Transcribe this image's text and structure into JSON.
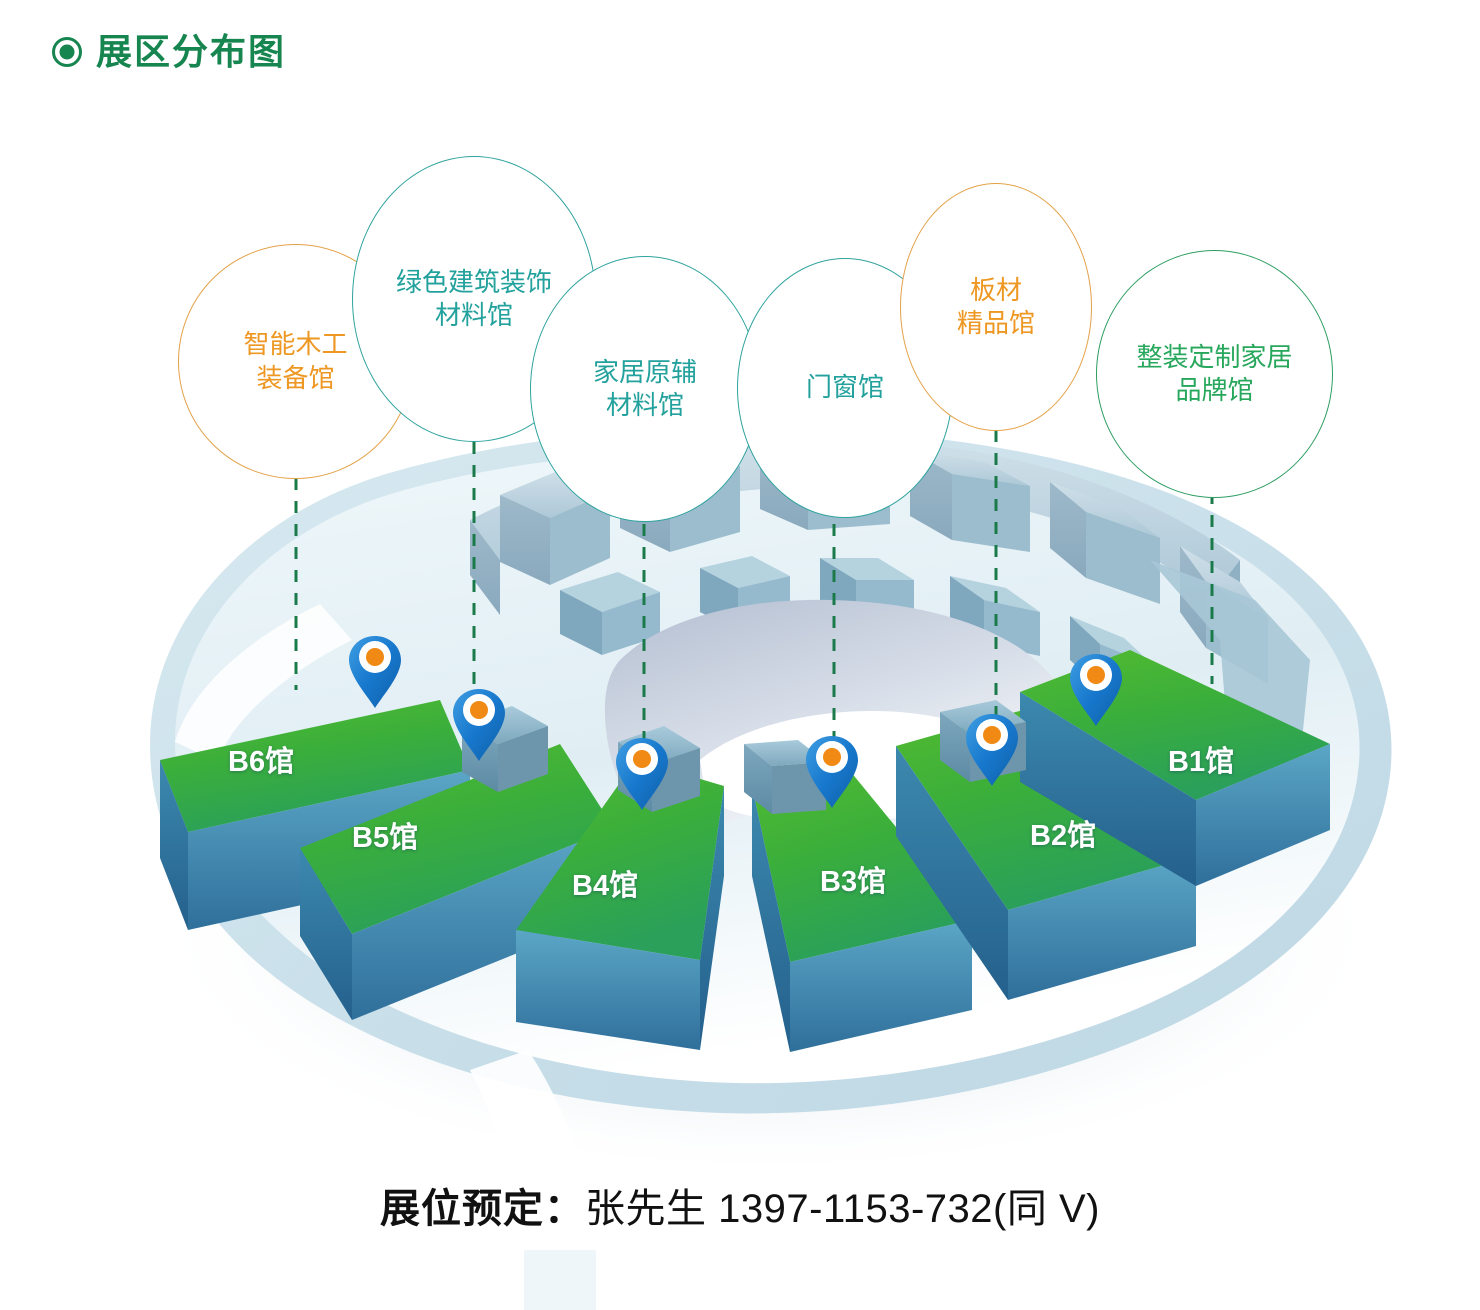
{
  "header": {
    "title": "展区分布图",
    "bullet_icon": "circle-dot-icon",
    "accent_color": "#17854f"
  },
  "colors": {
    "title_green": "#17854f",
    "bubble_orange": "#EE9722",
    "bubble_teal": "#23A19C",
    "bubble_green": "#26A75B",
    "leader_line_green": "#1a7a4a",
    "hall_top_green": "#3BAF3E",
    "hall_side_blue": "#2E6E94",
    "pin_blue": "#1E7FD4",
    "pin_center_orange": "#F08A14",
    "map_base_light": "#E4F0F5"
  },
  "zones": [
    {
      "id": "zone-b6",
      "lines": [
        "智能木工",
        "装备馆"
      ],
      "style": "orange",
      "hall": "B6馆"
    },
    {
      "id": "zone-b5",
      "lines": [
        "绿色建筑装饰",
        "材料馆"
      ],
      "style": "teal",
      "hall": "B5馆"
    },
    {
      "id": "zone-b4",
      "lines": [
        "家居原辅",
        "材料馆"
      ],
      "style": "teal",
      "hall": "B4馆"
    },
    {
      "id": "zone-b3",
      "lines": [
        "门窗馆"
      ],
      "style": "teal",
      "hall": "B3馆"
    },
    {
      "id": "zone-b2",
      "lines": [
        "板材",
        "精品馆"
      ],
      "style": "orange",
      "hall": "B2馆"
    },
    {
      "id": "zone-b1",
      "lines": [
        "整装定制家居",
        "品牌馆"
      ],
      "style": "green",
      "hall": "B1馆"
    }
  ],
  "halls": [
    {
      "id": "hall-b6",
      "label": "B6馆"
    },
    {
      "id": "hall-b5",
      "label": "B5馆"
    },
    {
      "id": "hall-b4",
      "label": "B4馆"
    },
    {
      "id": "hall-b3",
      "label": "B3馆"
    },
    {
      "id": "hall-b2",
      "label": "B2馆"
    },
    {
      "id": "hall-b1",
      "label": "B1馆"
    }
  ],
  "pins": [
    {
      "id": "pin-b6",
      "icon": "map-pin-icon"
    },
    {
      "id": "pin-b5",
      "icon": "map-pin-icon"
    },
    {
      "id": "pin-b4",
      "icon": "map-pin-icon"
    },
    {
      "id": "pin-b3",
      "icon": "map-pin-icon"
    },
    {
      "id": "pin-b2",
      "icon": "map-pin-icon"
    },
    {
      "id": "pin-b1",
      "icon": "map-pin-icon"
    }
  ],
  "footer": {
    "label": "展位预定：",
    "value": "张先生  1397-1153-732(同 V)"
  }
}
